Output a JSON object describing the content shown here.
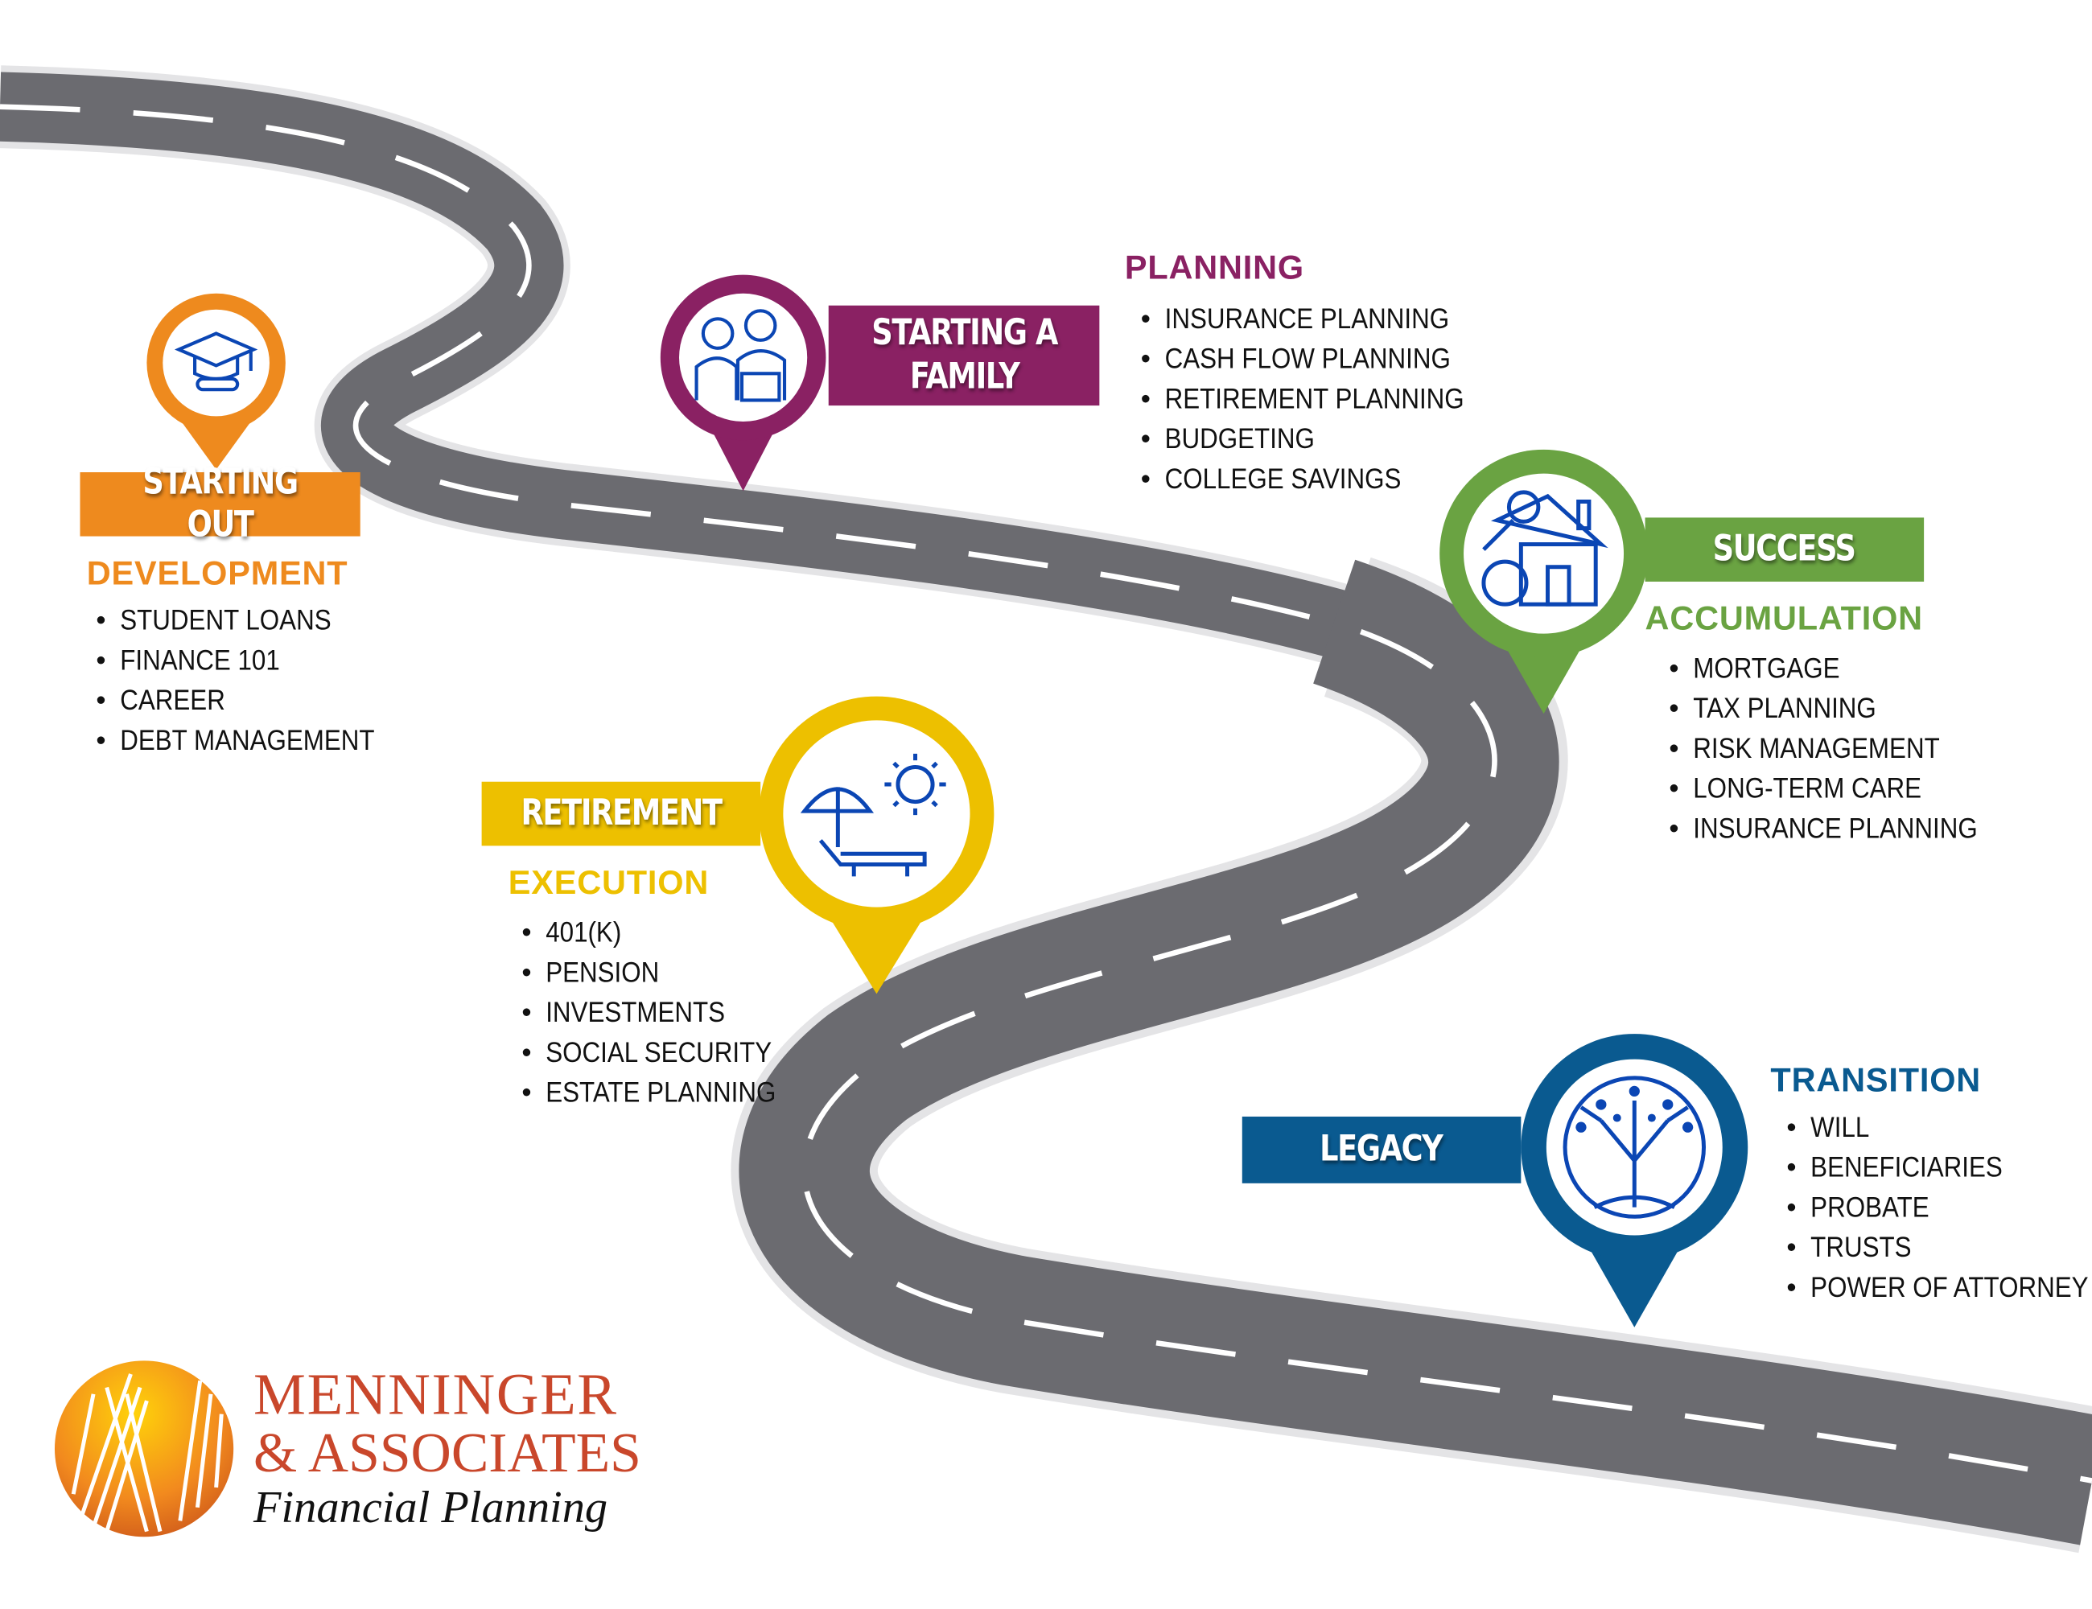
{
  "colors": {
    "orange": "#EE8A1E",
    "purple": "#8A2163",
    "green": "#6AA342",
    "yellow": "#EDC000",
    "blue": "#0A5A90",
    "road": "#6B6B70",
    "icon": "#0B46B4"
  },
  "stages": [
    {
      "banner": "STARTING OUT",
      "heading": "DEVELOPMENT",
      "icon": "graduation-cap-icon",
      "items": [
        "STUDENT LOANS",
        "FINANCE 101",
        "CAREER",
        "DEBT MANAGEMENT"
      ]
    },
    {
      "banner_line1": "STARTING A",
      "banner_line2": "FAMILY",
      "heading": "PLANNING",
      "icon": "family-icon",
      "items": [
        "INSURANCE PLANNING",
        "CASH FLOW PLANNING",
        "RETIREMENT PLANNING",
        "BUDGETING",
        "COLLEGE SAVINGS"
      ]
    },
    {
      "banner": "SUCCESS",
      "heading": "ACCUMULATION",
      "icon": "house-key-icon",
      "items": [
        "MORTGAGE",
        "TAX PLANNING",
        "RISK MANAGEMENT",
        "LONG-TERM CARE",
        "INSURANCE PLANNING"
      ]
    },
    {
      "banner": "RETIREMENT",
      "heading": "EXECUTION",
      "icon": "beach-chair-sun-icon",
      "items": [
        "401(K)",
        "PENSION",
        "INVESTMENTS",
        "SOCIAL SECURITY",
        "ESTATE PLANNING"
      ]
    },
    {
      "banner": "LEGACY",
      "heading": "TRANSITION",
      "icon": "tree-icon",
      "items": [
        "WILL",
        "BENEFICIARIES",
        "PROBATE",
        "TRUSTS",
        "POWER OF ATTORNEY"
      ]
    }
  ],
  "logo": {
    "line1": "MENNINGER",
    "line2": "& ASSOCIATES",
    "line3": "Financial Planning"
  }
}
